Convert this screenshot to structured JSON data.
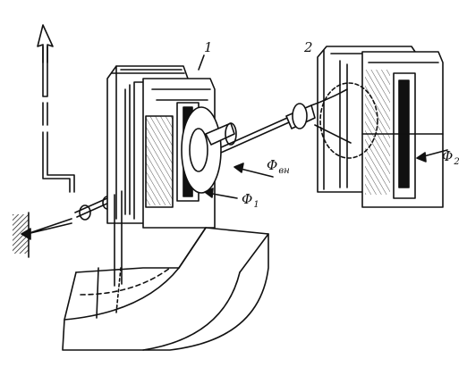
{
  "labels": {
    "element_1": "1",
    "element_2": "2",
    "phi_1": {
      "symbol": "Φ",
      "subscript": "1"
    },
    "phi_2": {
      "symbol": "Φ",
      "subscript": "2"
    },
    "phi_vn": {
      "symbol": "Φ",
      "subscript": "вн"
    }
  },
  "colors": {
    "ink": "#111111",
    "paper": "#ffffff"
  }
}
